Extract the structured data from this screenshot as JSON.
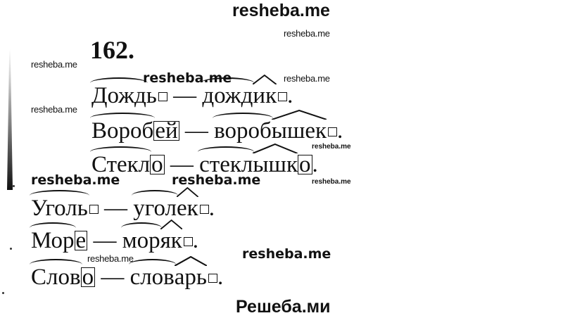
{
  "watermarks": {
    "top": "resheba.me",
    "bottom": "Решеба.ми",
    "marks": [
      "resheba.me",
      "resheba.me",
      "resheba.me",
      "resheba.me",
      "resheba.me",
      "resheba.me",
      "resheba.me",
      "resheba.me",
      "resheba.me",
      "resheba.me",
      "resheba.me",
      "resheba.me"
    ]
  },
  "exercise": {
    "number": "162.",
    "pairs": [
      {
        "base": {
          "root": "Дожд",
          "suffix": "",
          "ending": "ь",
          "ending_box": "□"
        },
        "dash": "—",
        "derived": {
          "root": "дожд",
          "suffix": "ик",
          "ending": "",
          "ending_box": "□"
        },
        "end": "."
      },
      {
        "base": {
          "root": "Вороб",
          "ending": "ей"
        },
        "dash": "—",
        "derived": {
          "root": "вороб",
          "suffix": "ышек",
          "ending_box": "□"
        },
        "end": "."
      },
      {
        "base": {
          "root": "Стекл",
          "ending": "о"
        },
        "dash": "—",
        "derived": {
          "root": "стекл",
          "suffix": "ышк",
          "ending": "о"
        },
        "end": "."
      },
      {
        "base": {
          "root": "Уголь",
          "ending_box": "□"
        },
        "dash": "—",
        "derived": {
          "root": "угол",
          "suffix": "ек",
          "ending_box": "□"
        },
        "end": "."
      },
      {
        "base": {
          "root": "Мор",
          "ending": "е"
        },
        "dash": "—",
        "derived": {
          "root": "мор",
          "suffix": "як",
          "ending_box": "□"
        },
        "end": "."
      },
      {
        "base": {
          "root": "Слов",
          "ending": "о"
        },
        "dash": "—",
        "derived": {
          "root": "слов",
          "suffix": "арь",
          "ending_box": "□"
        },
        "end": "."
      }
    ]
  }
}
